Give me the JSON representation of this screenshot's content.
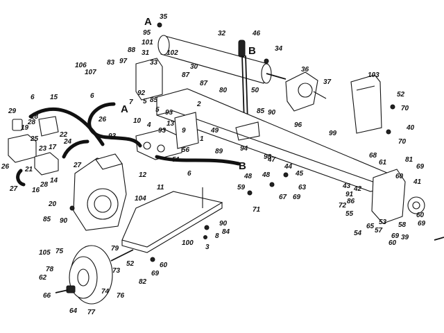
{
  "diagram": {
    "callouts": [
      {
        "id": "c35",
        "text": "35"
      },
      {
        "id": "c32",
        "text": "32"
      },
      {
        "id": "c46",
        "text": "46"
      },
      {
        "id": "c34",
        "text": "34"
      },
      {
        "id": "c95",
        "text": "95"
      },
      {
        "id": "c101",
        "text": "101"
      },
      {
        "id": "c31",
        "text": "31"
      },
      {
        "id": "c88",
        "text": "88"
      },
      {
        "id": "c97",
        "text": "97"
      },
      {
        "id": "c83",
        "text": "83"
      },
      {
        "id": "c106",
        "text": "106"
      },
      {
        "id": "c107",
        "text": "107"
      },
      {
        "id": "c33",
        "text": "33"
      },
      {
        "id": "c102",
        "text": "102"
      },
      {
        "id": "c30",
        "text": "30"
      },
      {
        "id": "c87a",
        "text": "87"
      },
      {
        "id": "c87b",
        "text": "87"
      },
      {
        "id": "c36",
        "text": "36"
      },
      {
        "id": "c37",
        "text": "37"
      },
      {
        "id": "c103",
        "text": "103"
      },
      {
        "id": "c52a",
        "text": "52"
      },
      {
        "id": "c70a",
        "text": "70"
      },
      {
        "id": "c50",
        "text": "50"
      },
      {
        "id": "c80",
        "text": "80"
      },
      {
        "id": "c92",
        "text": "92"
      },
      {
        "id": "c85a",
        "text": "85"
      },
      {
        "id": "c93a",
        "text": "93"
      },
      {
        "id": "c6a",
        "text": "6"
      },
      {
        "id": "c7",
        "text": "7"
      },
      {
        "id": "c5a",
        "text": "5"
      },
      {
        "id": "c15",
        "text": "15"
      },
      {
        "id": "c6b",
        "text": "6"
      },
      {
        "id": "c2",
        "text": "2"
      },
      {
        "id": "c85b",
        "text": "85"
      },
      {
        "id": "c90a",
        "text": "90"
      },
      {
        "id": "c96",
        "text": "96"
      },
      {
        "id": "c99",
        "text": "99"
      },
      {
        "id": "c40",
        "text": "40"
      },
      {
        "id": "c70b",
        "text": "70"
      },
      {
        "id": "c29",
        "text": "29"
      },
      {
        "id": "c18",
        "text": "18"
      },
      {
        "id": "c19",
        "text": "19"
      },
      {
        "id": "c28a",
        "text": "28"
      },
      {
        "id": "c22",
        "text": "22"
      },
      {
        "id": "c25",
        "text": "25"
      },
      {
        "id": "c24",
        "text": "24"
      },
      {
        "id": "c26a",
        "text": "26"
      },
      {
        "id": "c5b",
        "text": "5"
      },
      {
        "id": "c93b",
        "text": "93"
      },
      {
        "id": "c10",
        "text": "10"
      },
      {
        "id": "c13",
        "text": "13"
      },
      {
        "id": "c9",
        "text": "9"
      },
      {
        "id": "c49",
        "text": "49"
      },
      {
        "id": "c4",
        "text": "4"
      },
      {
        "id": "c93c",
        "text": "93"
      },
      {
        "id": "c1",
        "text": "1"
      },
      {
        "id": "c56",
        "text": "56"
      },
      {
        "id": "c89",
        "text": "89"
      },
      {
        "id": "c94",
        "text": "94"
      },
      {
        "id": "c98",
        "text": "98"
      },
      {
        "id": "c68",
        "text": "68"
      },
      {
        "id": "c61",
        "text": "61"
      },
      {
        "id": "c81",
        "text": "81"
      },
      {
        "id": "c69a",
        "text": "69"
      },
      {
        "id": "c41",
        "text": "41"
      },
      {
        "id": "c60a",
        "text": "60"
      },
      {
        "id": "c23",
        "text": "23"
      },
      {
        "id": "c17",
        "text": "17"
      },
      {
        "id": "c26b",
        "text": "26"
      },
      {
        "id": "c21",
        "text": "21"
      },
      {
        "id": "c27a",
        "text": "27"
      },
      {
        "id": "c27b",
        "text": "27"
      },
      {
        "id": "c16",
        "text": "16"
      },
      {
        "id": "c28b",
        "text": "28"
      },
      {
        "id": "c14",
        "text": "14"
      },
      {
        "id": "c12",
        "text": "12"
      },
      {
        "id": "c51",
        "text": "51"
      },
      {
        "id": "c6c",
        "text": "6"
      },
      {
        "id": "c11",
        "text": "11"
      },
      {
        "id": "c47",
        "text": "47"
      },
      {
        "id": "c44",
        "text": "44"
      },
      {
        "id": "c45",
        "text": "45"
      },
      {
        "id": "c48a",
        "text": "48"
      },
      {
        "id": "c48b",
        "text": "48"
      },
      {
        "id": "c59",
        "text": "59"
      },
      {
        "id": "c63",
        "text": "63"
      },
      {
        "id": "c67",
        "text": "67"
      },
      {
        "id": "c69b",
        "text": "69"
      },
      {
        "id": "c43",
        "text": "43"
      },
      {
        "id": "c42",
        "text": "42"
      },
      {
        "id": "c91",
        "text": "91"
      },
      {
        "id": "c86",
        "text": "86"
      },
      {
        "id": "c72",
        "text": "72"
      },
      {
        "id": "c55",
        "text": "55"
      },
      {
        "id": "c20",
        "text": "20"
      },
      {
        "id": "c104",
        "text": "104"
      },
      {
        "id": "c85c",
        "text": "85"
      },
      {
        "id": "c90b",
        "text": "90"
      },
      {
        "id": "c71",
        "text": "71"
      },
      {
        "id": "c60b",
        "text": "60"
      },
      {
        "id": "c69c",
        "text": "69"
      },
      {
        "id": "c53",
        "text": "53"
      },
      {
        "id": "c65",
        "text": "65"
      },
      {
        "id": "c57",
        "text": "57"
      },
      {
        "id": "c58",
        "text": "58"
      },
      {
        "id": "c54",
        "text": "54"
      },
      {
        "id": "c69d",
        "text": "69"
      },
      {
        "id": "c39",
        "text": "39"
      },
      {
        "id": "c60c",
        "text": "60"
      },
      {
        "id": "c90c",
        "text": "90"
      },
      {
        "id": "c84",
        "text": "84"
      },
      {
        "id": "c8",
        "text": "8"
      },
      {
        "id": "c3",
        "text": "3"
      },
      {
        "id": "c100",
        "text": "100"
      },
      {
        "id": "c105",
        "text": "105"
      },
      {
        "id": "c75",
        "text": "75"
      },
      {
        "id": "c79",
        "text": "79"
      },
      {
        "id": "c52b",
        "text": "52"
      },
      {
        "id": "c73",
        "text": "73"
      },
      {
        "id": "c60d",
        "text": "60"
      },
      {
        "id": "c69e",
        "text": "69"
      },
      {
        "id": "c78",
        "text": "78"
      },
      {
        "id": "c62",
        "text": "62"
      },
      {
        "id": "c82",
        "text": "82"
      },
      {
        "id": "c66",
        "text": "66"
      },
      {
        "id": "c74",
        "text": "74"
      },
      {
        "id": "c76",
        "text": "76"
      },
      {
        "id": "c77",
        "text": "77"
      },
      {
        "id": "c64",
        "text": "64"
      }
    ],
    "letters": {
      "A1": "A",
      "B1": "B",
      "A2": "A",
      "B2": "B"
    }
  }
}
